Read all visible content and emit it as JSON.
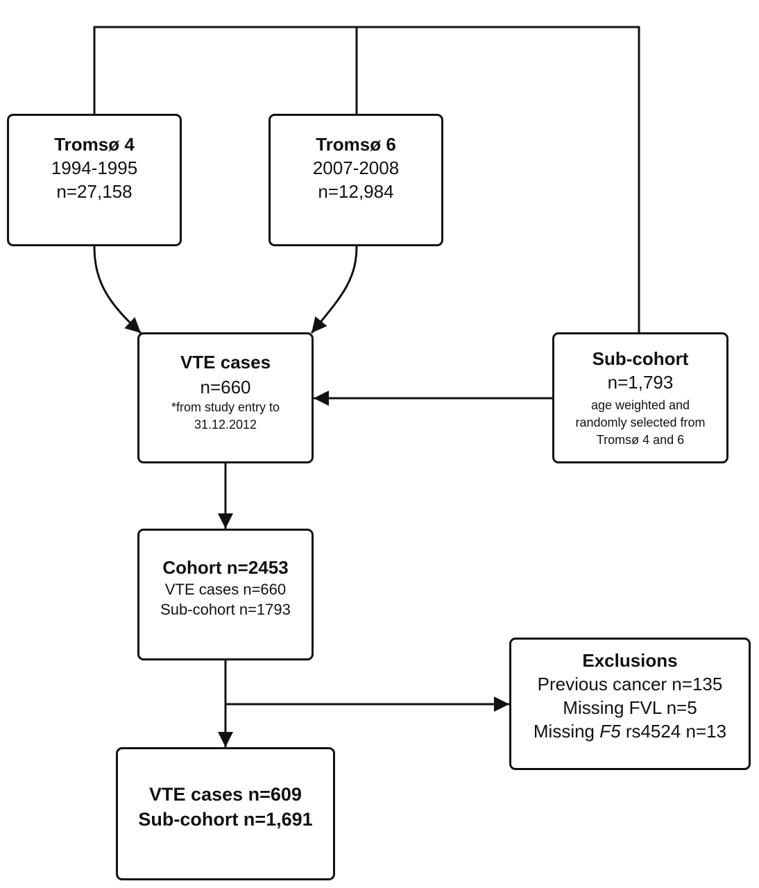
{
  "diagram": {
    "type": "flowchart",
    "boxes": {
      "tromso4": {
        "title": "Tromsø 4",
        "years": "1994-1995",
        "n": "n=27,158"
      },
      "tromso6": {
        "title": "Tromsø 6",
        "years": "2007-2008",
        "n": "n=12,984"
      },
      "vte_cases": {
        "title": "VTE cases",
        "n": "n=660",
        "note_line1": "*from study entry to",
        "note_line2": "31.12.2012"
      },
      "sub_cohort": {
        "title": "Sub-cohort",
        "n": "n=1,793",
        "desc_line1": "age weighted and",
        "desc_line2": "randomly selected from",
        "desc_line3": "Tromsø 4 and 6"
      },
      "cohort": {
        "title": "Cohort n=2453",
        "line1": "VTE cases n=660",
        "line2": "Sub-cohort n=1793"
      },
      "exclusions": {
        "title": "Exclusions",
        "line1": "Previous cancer n=135",
        "line2": "Missing FVL n=5",
        "line3_prefix": "Missing ",
        "line3_gene": "F5",
        "line3_suffix": " rs4524 n=13"
      },
      "final": {
        "line1": "VTE cases n=609",
        "line2": "Sub-cohort n=1,691"
      }
    },
    "edges": [
      {
        "from": "tromso4",
        "to": "sub_cohort",
        "style": "orthogonal-top"
      },
      {
        "from": "tromso6",
        "to": "sub_cohort",
        "style": "orthogonal-top"
      },
      {
        "from": "tromso4",
        "to": "vte_cases",
        "style": "curved-arrow"
      },
      {
        "from": "tromso6",
        "to": "vte_cases",
        "style": "curved-arrow"
      },
      {
        "from": "sub_cohort",
        "to": "vte_cases",
        "style": "straight-arrow"
      },
      {
        "from": "vte_cases",
        "to": "cohort",
        "style": "straight-arrow"
      },
      {
        "from": "cohort",
        "to": "final",
        "style": "straight-arrow"
      },
      {
        "from": "cohort",
        "to": "exclusions",
        "style": "branch-arrow"
      }
    ],
    "colors": {
      "stroke": "#111111",
      "background": "#ffffff"
    }
  }
}
